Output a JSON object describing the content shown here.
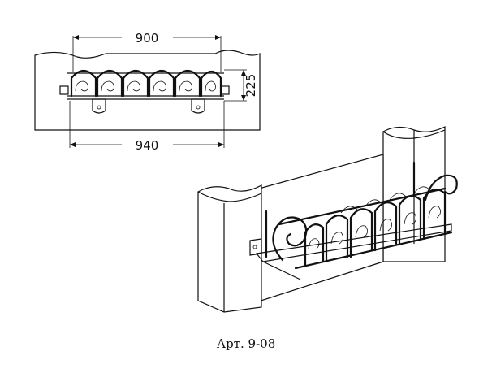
{
  "dimensions": {
    "top_width": "900",
    "bottom_width": "940",
    "height": "225"
  },
  "caption": "Арт. 9-08"
}
